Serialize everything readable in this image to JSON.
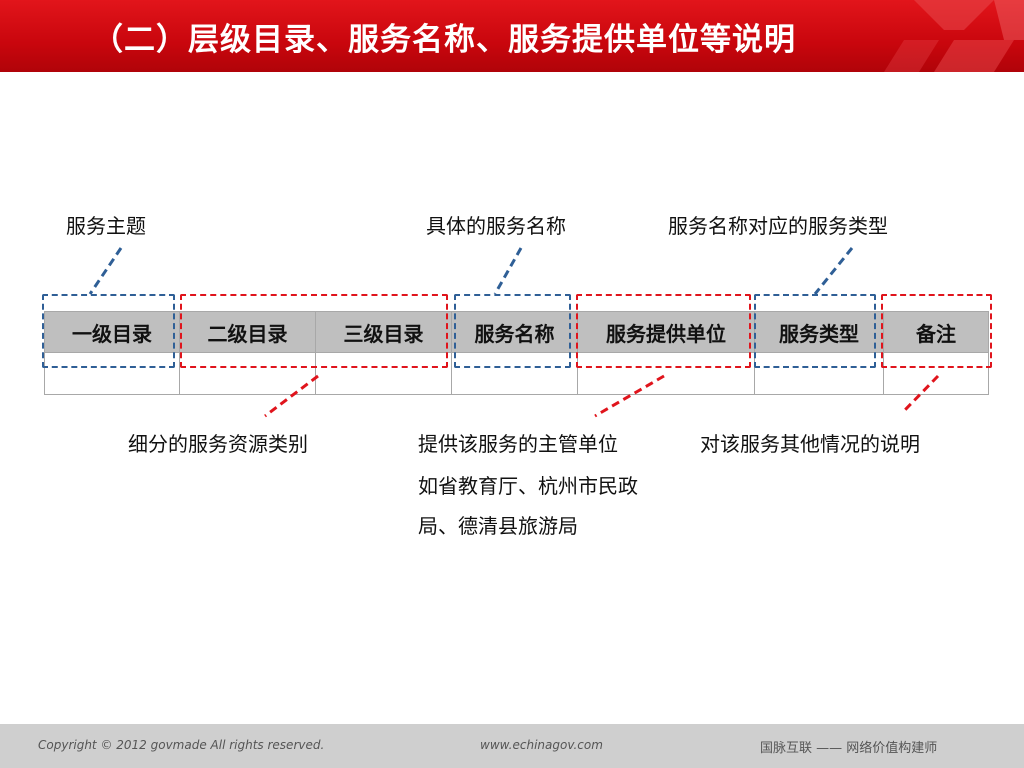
{
  "title": "（二）层级目录、服务名称、服务提供单位等说明",
  "labels": {
    "service_theme": "服务主题",
    "specific_name": "具体的服务名称",
    "service_type": "服务名称对应的服务类型",
    "sub_category": "细分的服务资源类别",
    "provider_line1": "提供该服务的主管单位",
    "provider_line2": "如省教育厅、杭州市民政",
    "provider_line3": "局、德清县旅游局",
    "remarks": "对该服务其他情况的说明"
  },
  "table": {
    "headers": [
      "一级目录",
      "二级目录",
      "三级目录",
      "服务名称",
      "服务提供单位",
      "服务类型",
      "备注"
    ]
  },
  "colors": {
    "header": "#d40a10",
    "blue_dash": "#2f5f96",
    "red_dash": "#e0141c",
    "table_head": "#bfbfbf"
  },
  "footer": {
    "copyright": "Copyright © 2012 govmade All rights reserved.",
    "url": "www.echinagov.com",
    "slogan": "国脉互联 —— 网络价值构建师"
  }
}
